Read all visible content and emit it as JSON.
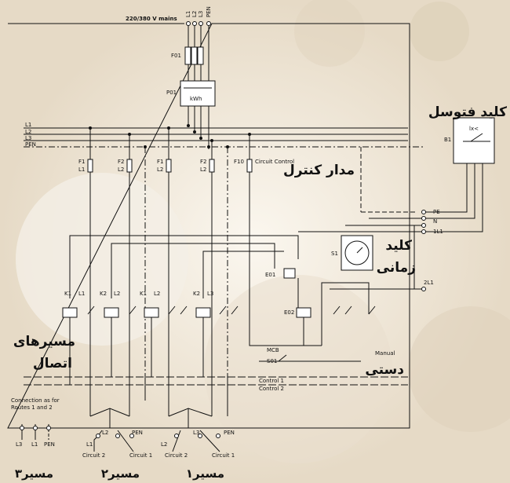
{
  "mains": {
    "label": "220/380 V mains",
    "terminals": [
      "L1",
      "L2",
      "L3",
      "PEN"
    ]
  },
  "meter": {
    "fuse": "F01",
    "tag": "P01",
    "unit": "kWh"
  },
  "bus": {
    "lines": [
      "L1",
      "L2",
      "L3",
      "PEN"
    ]
  },
  "fuses": [
    {
      "tag": "F1",
      "line": "L1"
    },
    {
      "tag": "F2",
      "line": "L2"
    },
    {
      "tag": "F1",
      "line": "L2"
    },
    {
      "tag": "F2",
      "line": "L2"
    },
    {
      "tag": "F10",
      "line": "Circuit Control"
    }
  ],
  "contactors": [
    {
      "tag": "K1",
      "line": "L1"
    },
    {
      "tag": "K2",
      "line": "L2"
    },
    {
      "tag": "K1",
      "line": "L2"
    },
    {
      "tag": "K2",
      "line": "L3"
    }
  ],
  "relays": {
    "e01": "E01",
    "e02": "E02",
    "s1": "S1",
    "b1": "B1",
    "mcb": "MCB",
    "s01": "S01",
    "manual": "Manual",
    "lux": "lx<"
  },
  "right_terminals": [
    "PE",
    "N",
    "1L1",
    "2L1"
  ],
  "controls": [
    "Control 1",
    "Control 2"
  ],
  "connection_note": [
    "Connection as for",
    "Routes 1 and 2"
  ],
  "bottom": {
    "left_terminals": [
      "L3",
      "L1",
      "PEN"
    ],
    "mid_labels": [
      "L1",
      "L2",
      "PEN",
      "Circuit 2",
      "Circuit 1"
    ],
    "right_labels": [
      "L2",
      "L3",
      "PEN",
      "Circuit 2",
      "Circuit 1"
    ]
  },
  "annotations": {
    "photocell_switch": "کلید فتوسل",
    "control_circuit": "مدار کنترل",
    "timer_switch": [
      "کلید",
      "زمانی"
    ],
    "connection_paths": [
      "مسیرهای",
      "اتصال"
    ],
    "manual": "دستی",
    "route1": "مسیر۱",
    "route2": "مسیر۲",
    "route3": "مسیر۳"
  }
}
